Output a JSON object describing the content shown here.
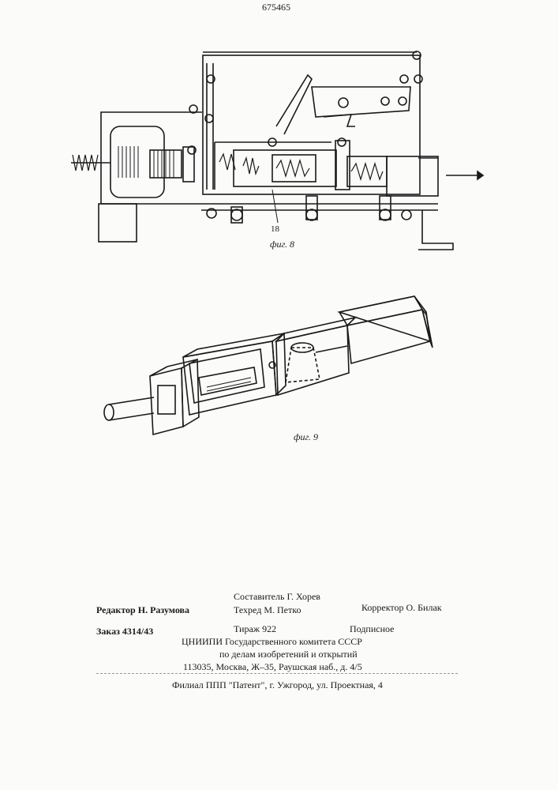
{
  "patent_number": "675465",
  "figures": {
    "fig8": {
      "caption": "фиг. 8",
      "label_18": "18"
    },
    "fig9": {
      "caption": "фиг. 9"
    }
  },
  "colophon": {
    "sostavitel": "Составитель Г. Хорев",
    "redaktor": "Редактор Н. Разумова",
    "tehred": "Техред М. Петко",
    "korrektor": "Корректор О. Билак",
    "zakaz": "Заказ 4314/43",
    "tirazh": "Тираж 922",
    "podpisnoe": "Подписное",
    "org_line1": "ЦНИИПИ Государственного комитета СССР",
    "org_line2": "по делам изобретений и открытий",
    "org_address": "113035, Москва, Ж–35, Раушская наб., д. 4/5",
    "filial": "Филиал ППП \"Патент\", г. Ужгород, ул. Проектная, 4"
  }
}
